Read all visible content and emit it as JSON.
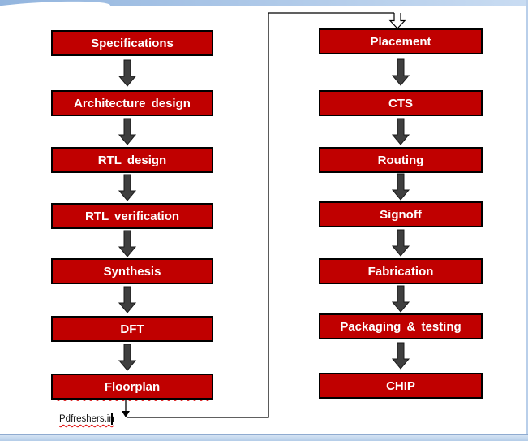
{
  "flow": {
    "left": [
      "Specifications",
      "Architecture design",
      "RTL design",
      "RTL verification",
      "Synthesis",
      "DFT",
      "Floorplan"
    ],
    "right": [
      "Placement",
      "CTS",
      "Routing",
      "Signoff",
      "Fabrication",
      "Packaging & testing",
      "CHIP"
    ]
  },
  "watermark": {
    "text": "Pdfreshers.in"
  },
  "icons": {
    "flow_arrow": "solid-block-down-arrow",
    "loop_arrow": "hollow-down-arrow"
  },
  "colors": {
    "node_fill": "#c00000",
    "node_border": "#000000",
    "node_text": "#ffffff",
    "arrow_fill": "#3f3f3f",
    "connector_stroke": "#000000",
    "top_bar_blue": "#a8c6e9",
    "bottom_bar_blue": "#c0d4ec",
    "squiggle_red": "#dd0000"
  }
}
